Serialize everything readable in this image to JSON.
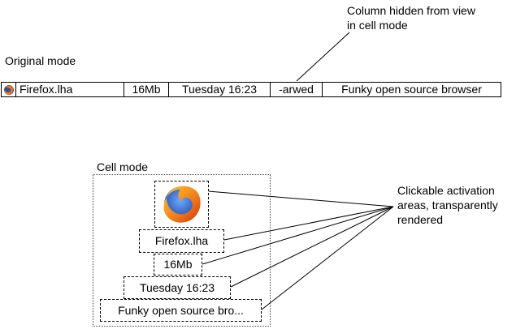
{
  "annotations": {
    "hidden_column": [
      "Column hidden from view",
      "in cell mode"
    ],
    "clickable": [
      "Clickable activation",
      "areas, transparently",
      "rendered"
    ]
  },
  "original_mode": {
    "label": "Original mode",
    "row": {
      "icon": "firefox-icon",
      "name": "Firefox.lha",
      "size": "16Mb",
      "date": "Tuesday 16:23",
      "protection": "-arwed",
      "comment": "Funky open source browser"
    }
  },
  "cell_mode": {
    "label": "Cell mode",
    "icon": "firefox-icon",
    "name": "Firefox.lha",
    "size": "16Mb",
    "date": "Tuesday 16:23",
    "comment": "Funky open source bro..."
  }
}
